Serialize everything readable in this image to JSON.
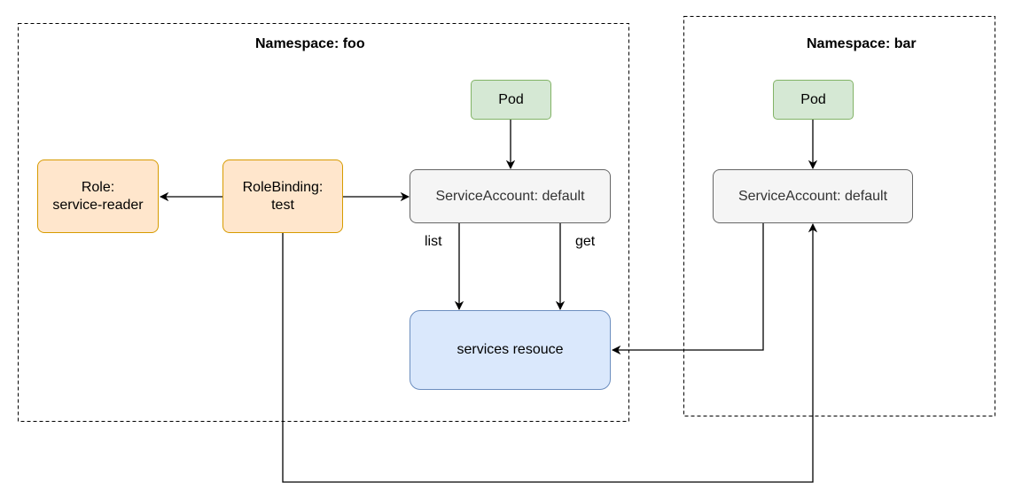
{
  "namespaces": {
    "foo": {
      "label": "Namespace: foo"
    },
    "bar": {
      "label": "Namespace: bar"
    }
  },
  "nodes": {
    "role": {
      "line1": "Role:",
      "line2": "service-reader"
    },
    "rolebinding": {
      "line1": "RoleBinding:",
      "line2": "test"
    },
    "pod_foo": {
      "label": "Pod"
    },
    "sa_foo": {
      "label": "ServiceAccount: default"
    },
    "services": {
      "label": "services resouce"
    },
    "pod_bar": {
      "label": "Pod"
    },
    "sa_bar": {
      "label": "ServiceAccount: default"
    }
  },
  "edges": {
    "list_label": "list",
    "get_label": "get"
  },
  "colors": {
    "orange_fill": "#ffe6cc",
    "orange_stroke": "#d79b00",
    "green_fill": "#d5e8d4",
    "green_stroke": "#82b366",
    "gray_fill": "#f5f5f5",
    "gray_stroke": "#666666",
    "blue_fill": "#dae8fc",
    "blue_stroke": "#6c8ebf"
  }
}
